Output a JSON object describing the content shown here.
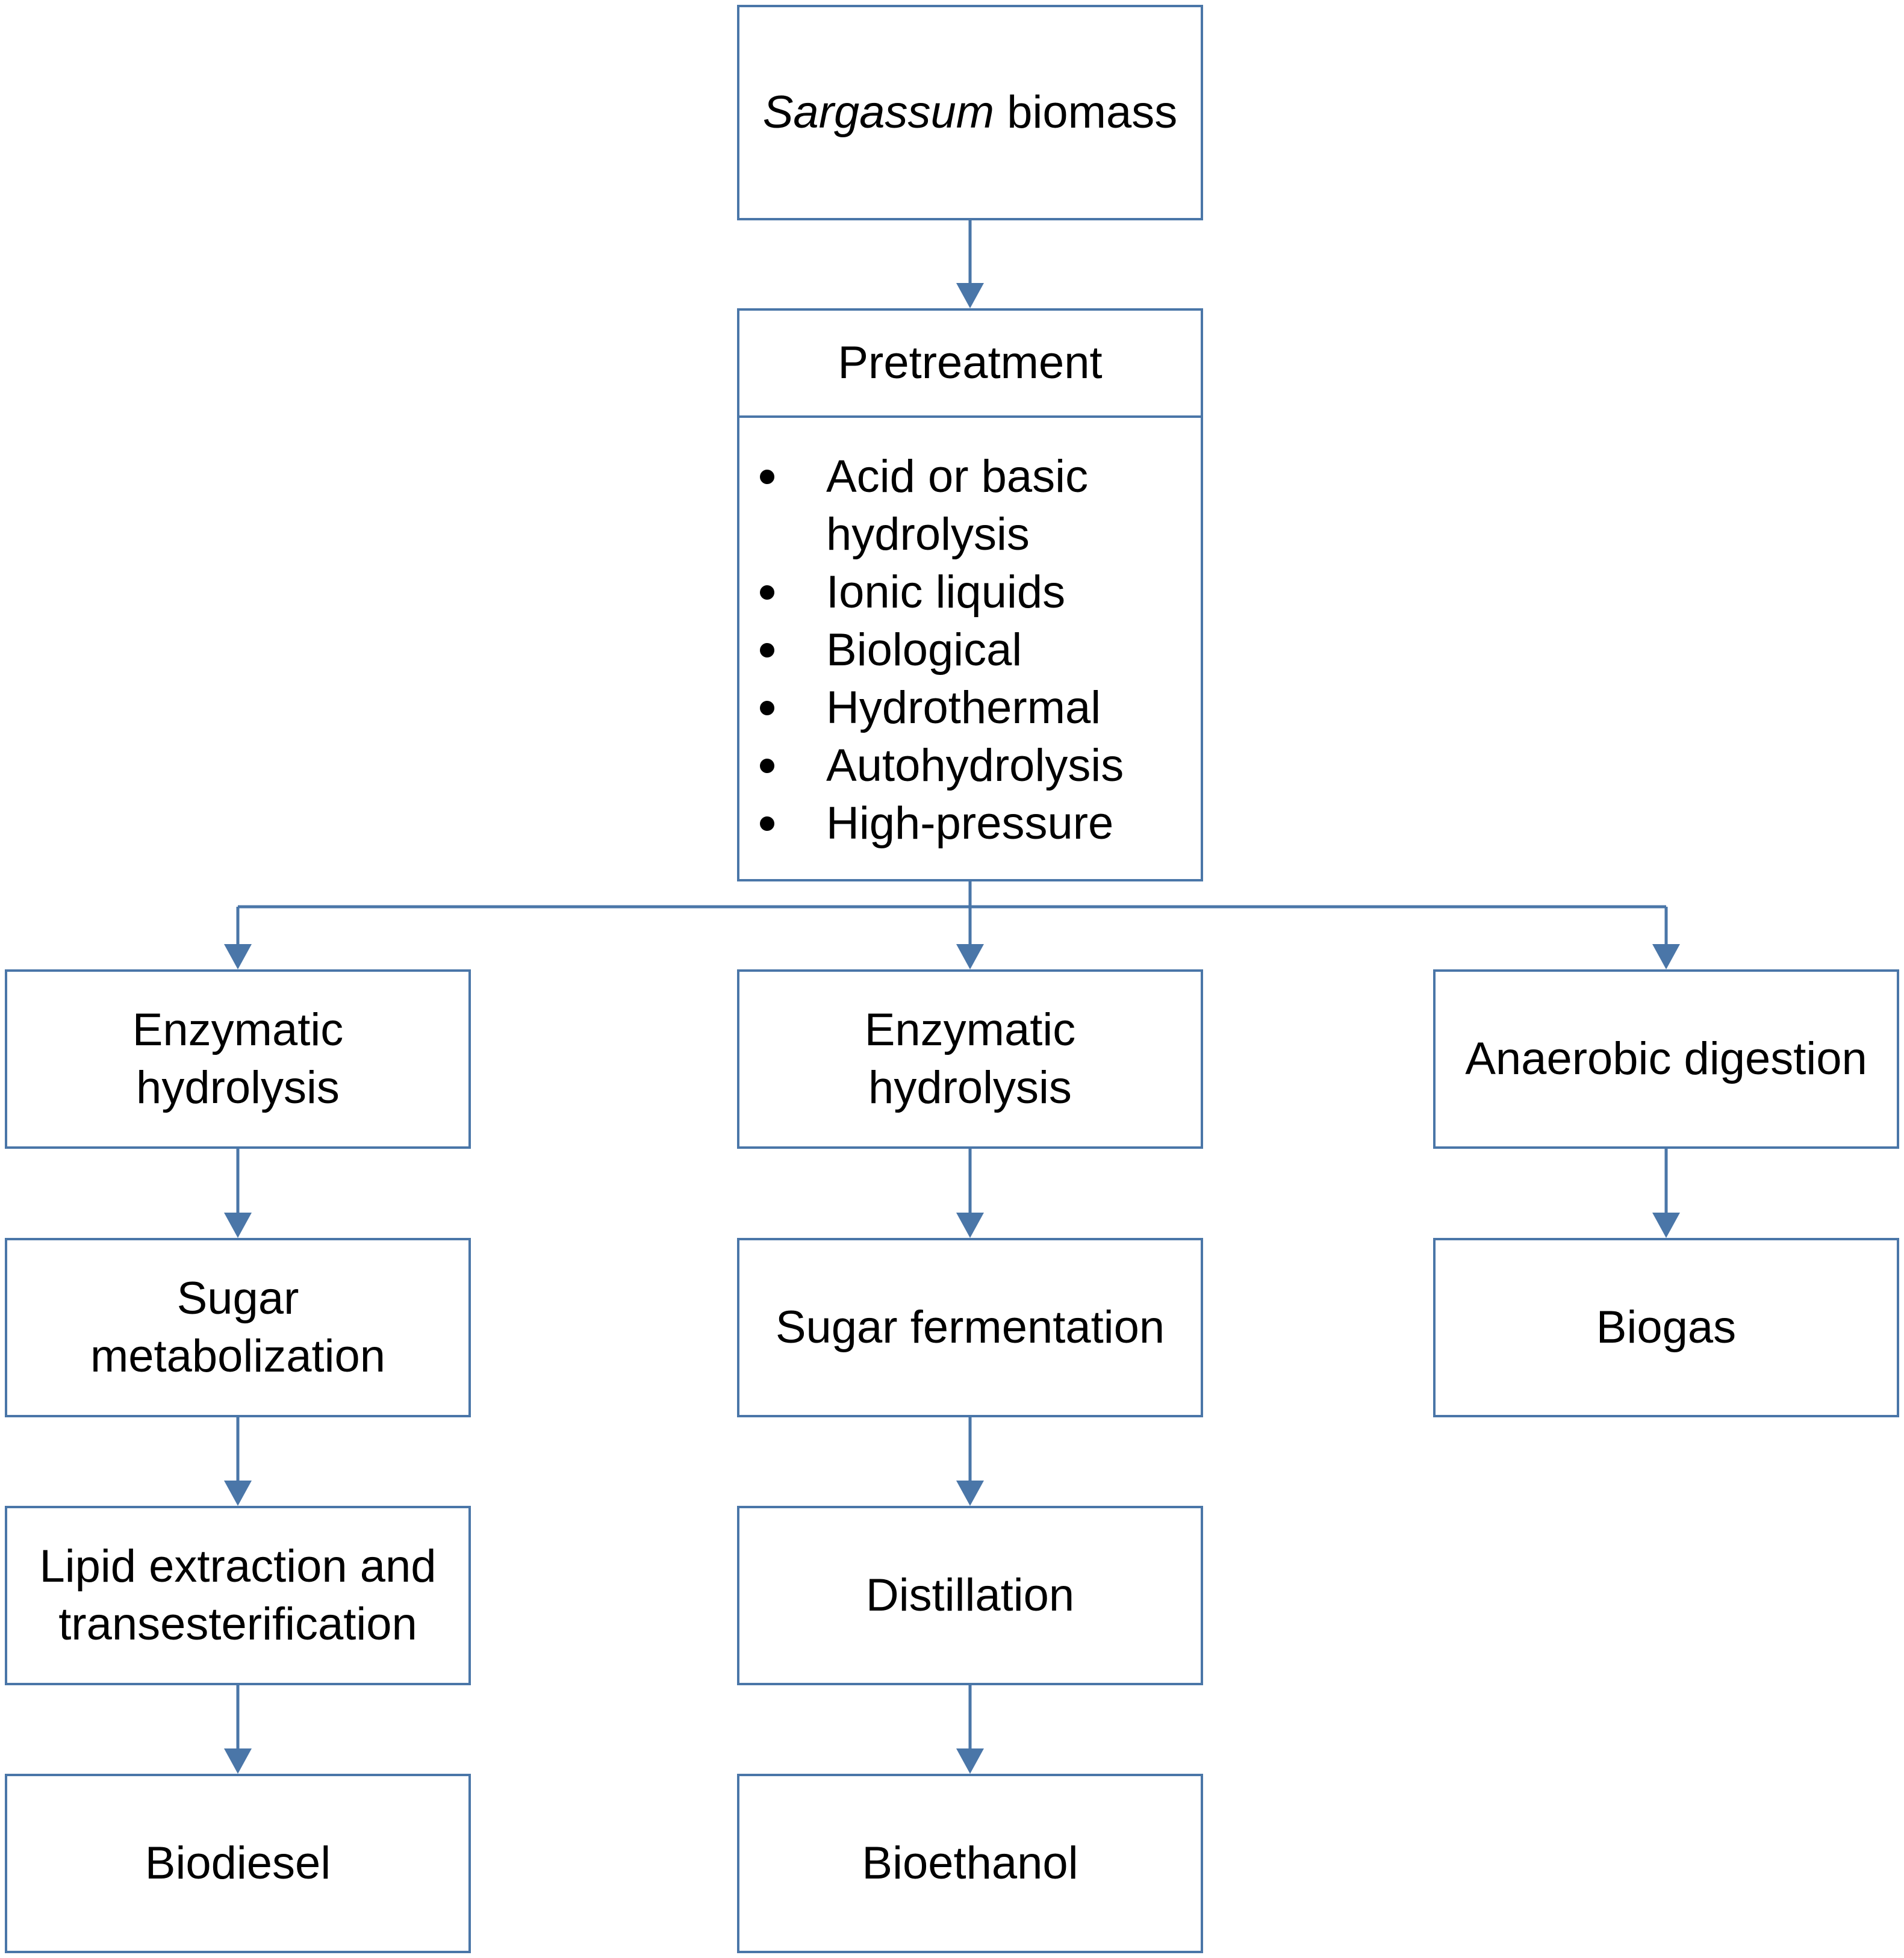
{
  "diagram": {
    "source": {
      "italic": "Sargassum",
      "rest": " biomass"
    },
    "pretreatment": {
      "title": "Pretreatment",
      "methods": [
        "Acid or basic hydrolysis",
        "Ionic liquids",
        "Biological",
        "Hydrothermal",
        "Autohydrolysis",
        "High-pressure"
      ]
    },
    "routes": [
      {
        "steps": [
          "Enzymatic hydrolysis",
          "Sugar metabolization",
          "Lipid extraction and transesterification",
          "Biodiesel"
        ]
      },
      {
        "steps": [
          "Enzymatic hydrolysis",
          "Sugar fermentation",
          "Distillation",
          "Bioethanol"
        ]
      },
      {
        "steps": [
          "Anaerobic digestion",
          "Biogas"
        ]
      }
    ],
    "colors": {
      "line": "#4a76a8",
      "text": "#000000",
      "background": "#ffffff"
    }
  }
}
